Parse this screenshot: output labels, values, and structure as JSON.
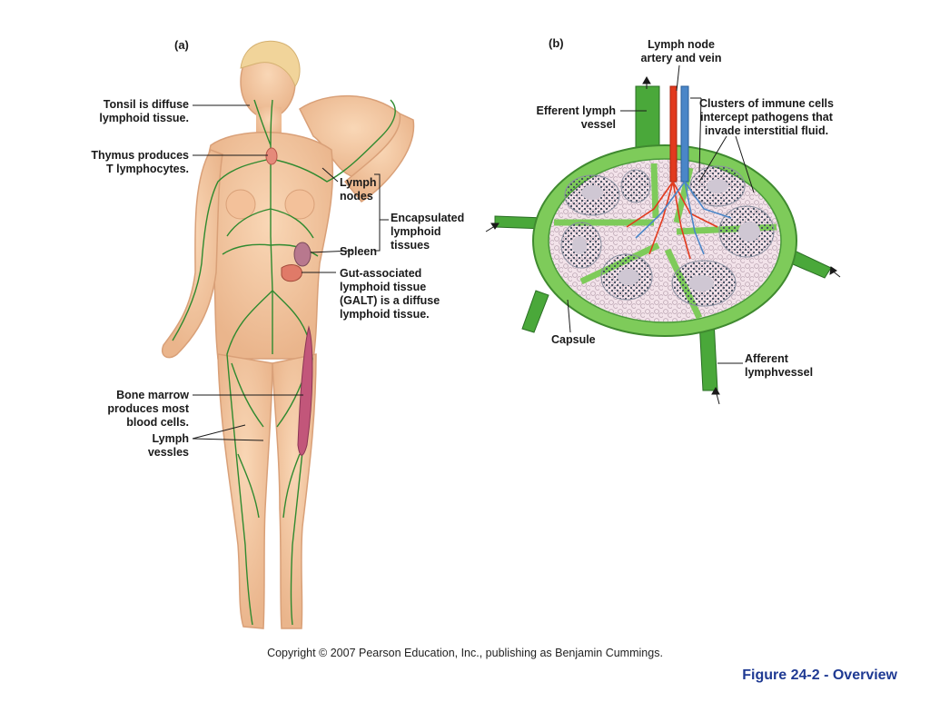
{
  "panel_a": {
    "letter": "(a)",
    "tonsil": "Tonsil is diffuse\nlymphoid tissue.",
    "thymus": "Thymus produces\nT lymphocytes.",
    "lymph_nodes": "Lymph\nnodes",
    "encapsulated": "Encapsulated\nlymphoid\ntissues",
    "spleen": "Spleen",
    "galt": "Gut-associated\nlymphoid tissue\n(GALT) is a diffuse\nlymphoid tissue.",
    "bone_marrow": "Bone marrow\nproduces most\nblood cells.",
    "lymph_vessels": "Lymph\nvessles"
  },
  "panel_b": {
    "letter": "(b)",
    "artery_vein": "Lymph node\nartery and vein",
    "efferent": "Efferent lymph\nvessel",
    "clusters": "Clusters of immune cells\nintercept pathogens that\ninvade interstitial fluid.",
    "capsule": "Capsule",
    "afferent": "Afferent\nlymphvessel"
  },
  "footer": {
    "copyright": "Copyright © 2007 Pearson Education, Inc., publishing as Benjamin Cummings.",
    "caption": "Figure 24-2 - Overview"
  },
  "colors": {
    "skin": "#f6c9a0",
    "skin_outline": "#d9a078",
    "vessel": "#2f8a2f",
    "node_capsule": "#7ecb5a",
    "node_interior": "#f2dde6",
    "artery": "#e23a1e",
    "vein": "#4a86c8",
    "caption": "#1f3a93"
  }
}
